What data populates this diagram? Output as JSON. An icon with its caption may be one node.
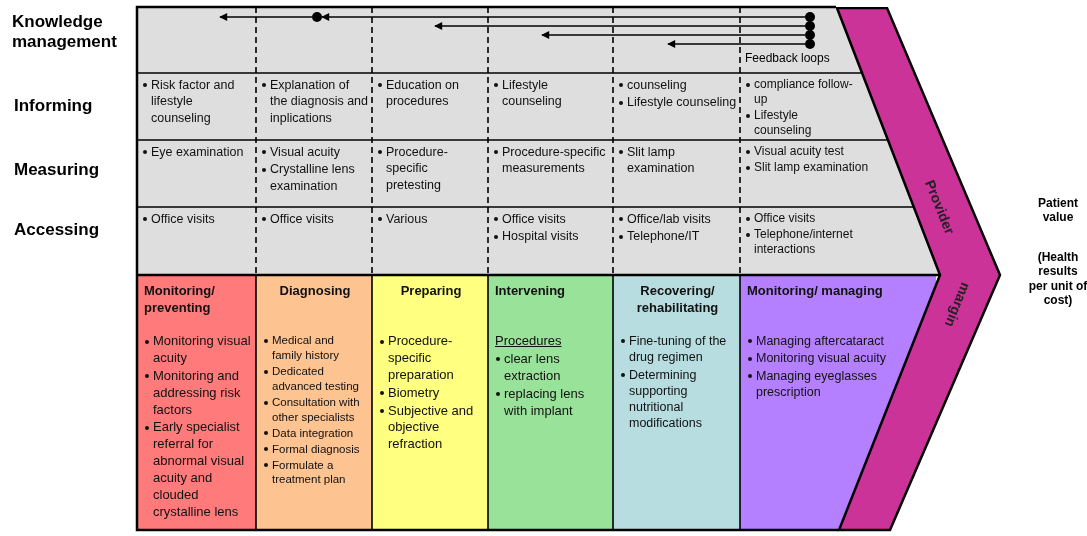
{
  "diagram": {
    "nodes": [
      {
        "text": [],
        "shape": "circle"
      },
      {
        "text": [],
        "shape": "circle"
      },
      {
        "text": [],
        "shape": "circle"
      },
      {
        "text": [],
        "shape": "circle"
      },
      {
        "text": [],
        "shape": "circle"
      },
      {
        "text": [
          "Risk factor and lifestyle counseling"
        ]
      },
      {
        "text": [
          "Explanation of the diagnosis and inplications"
        ]
      },
      {
        "text": [
          "Education on procedures"
        ]
      },
      {
        "text": [
          "Lifestyle counseling"
        ]
      },
      {
        "text": [
          "counseling",
          "Lifestyle counseling"
        ]
      },
      {
        "text": [
          "compliance follow-up",
          "Lifestyle counseling"
        ]
      },
      {
        "text": [
          "Eye examination"
        ]
      },
      {
        "text": [
          "Visual acuity",
          "Crystalline lens examination"
        ]
      },
      {
        "text": [
          "Procedure-specific pretesting"
        ]
      },
      {
        "text": [
          "Procedure-specific measurements"
        ]
      },
      {
        "text": [
          "Slit lamp examination"
        ]
      },
      {
        "text": [
          "Visual acuity test",
          "Slit lamp examination"
        ]
      },
      {
        "text": [
          "Office visits"
        ]
      },
      {
        "text": [
          "Office visits"
        ]
      },
      {
        "text": [
          "Various"
        ]
      },
      {
        "text": [
          "Office visits",
          "Hospital visits"
        ]
      },
      {
        "text": [
          "Office/lab visits",
          "Telephone/IT"
        ]
      },
      {
        "text": [
          "Office visits",
          "Telephone/internet interactions"
        ]
      },
      {
        "text": [
          "Monitoring/ preventing",
          "Monitoring visual acuity",
          "Monitoring and addressing risk factors",
          "Early specialist referral for abnormal visual acuity and clouded crystalline lens"
        ]
      },
      {
        "text": [
          "Diagnosing",
          "Medical and family history",
          "Dedicated advanced testing",
          "Consultation with other specialists",
          "Data integration",
          "Formal diagnosis",
          "Formulate a treatment plan"
        ]
      },
      {
        "text": [
          "Preparing",
          "Procedure-specific preparation",
          "Biometry",
          "Subjective and objective refraction"
        ]
      },
      {
        "text": [
          "Intervening",
          "Procedures",
          "clear lens extraction",
          "replacing lens with implant"
        ]
      },
      {
        "text": [
          "Recovering/ rehabilitating",
          "Fine-tuning of the drug regimen",
          "Determining supporting nutritional modifications"
        ]
      },
      {
        "text": [
          "Monitoring/ managing",
          "Managing aftercataract",
          "Monitoring visual acuity",
          "Managing eyeglasses prescription"
        ]
      },
      {
        "text": [
          "Provider",
          "margin"
        ]
      }
    ],
    "edges": [
      {
        "from": 0,
        "to": null,
        "arrow": "to"
      },
      {
        "from": 1,
        "to": 0,
        "arrow": "to"
      },
      {
        "from": 2,
        "to": null,
        "arrow": "to"
      },
      {
        "from": 3,
        "to": null,
        "arrow": "to"
      },
      {
        "from": 4,
        "to": null,
        "arrow": "to"
      }
    ],
    "labels": [
      "Knowledge management",
      "Feedback loops",
      "Informing",
      "Measuring",
      "Accessing",
      "Patient value",
      "(Health results per unit of cost)"
    ]
  }
}
